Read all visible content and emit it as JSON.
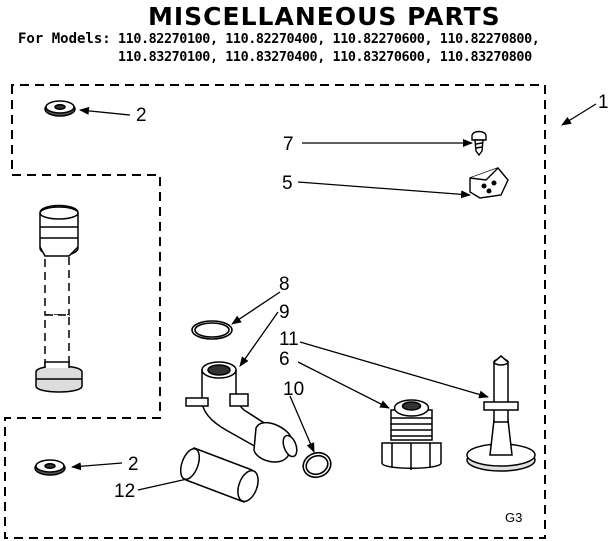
{
  "title": "MISCELLANEOUS PARTS",
  "models": {
    "label": "For Models:",
    "row1": "110.82270100,  110.82270400,  110.82270600,  110.82270800,",
    "row2": "110.83270100,  110.83270400,  110.83270600,  110.83270800"
  },
  "callouts": {
    "kit": "1",
    "washer_top": "2",
    "washer_bottom": "2",
    "screw": "7",
    "clip": "5",
    "ring_small": "8",
    "elbow": "9",
    "ring_large": "10",
    "support": "11",
    "plug": "6",
    "hose": "12"
  },
  "figure_code": "G3"
}
